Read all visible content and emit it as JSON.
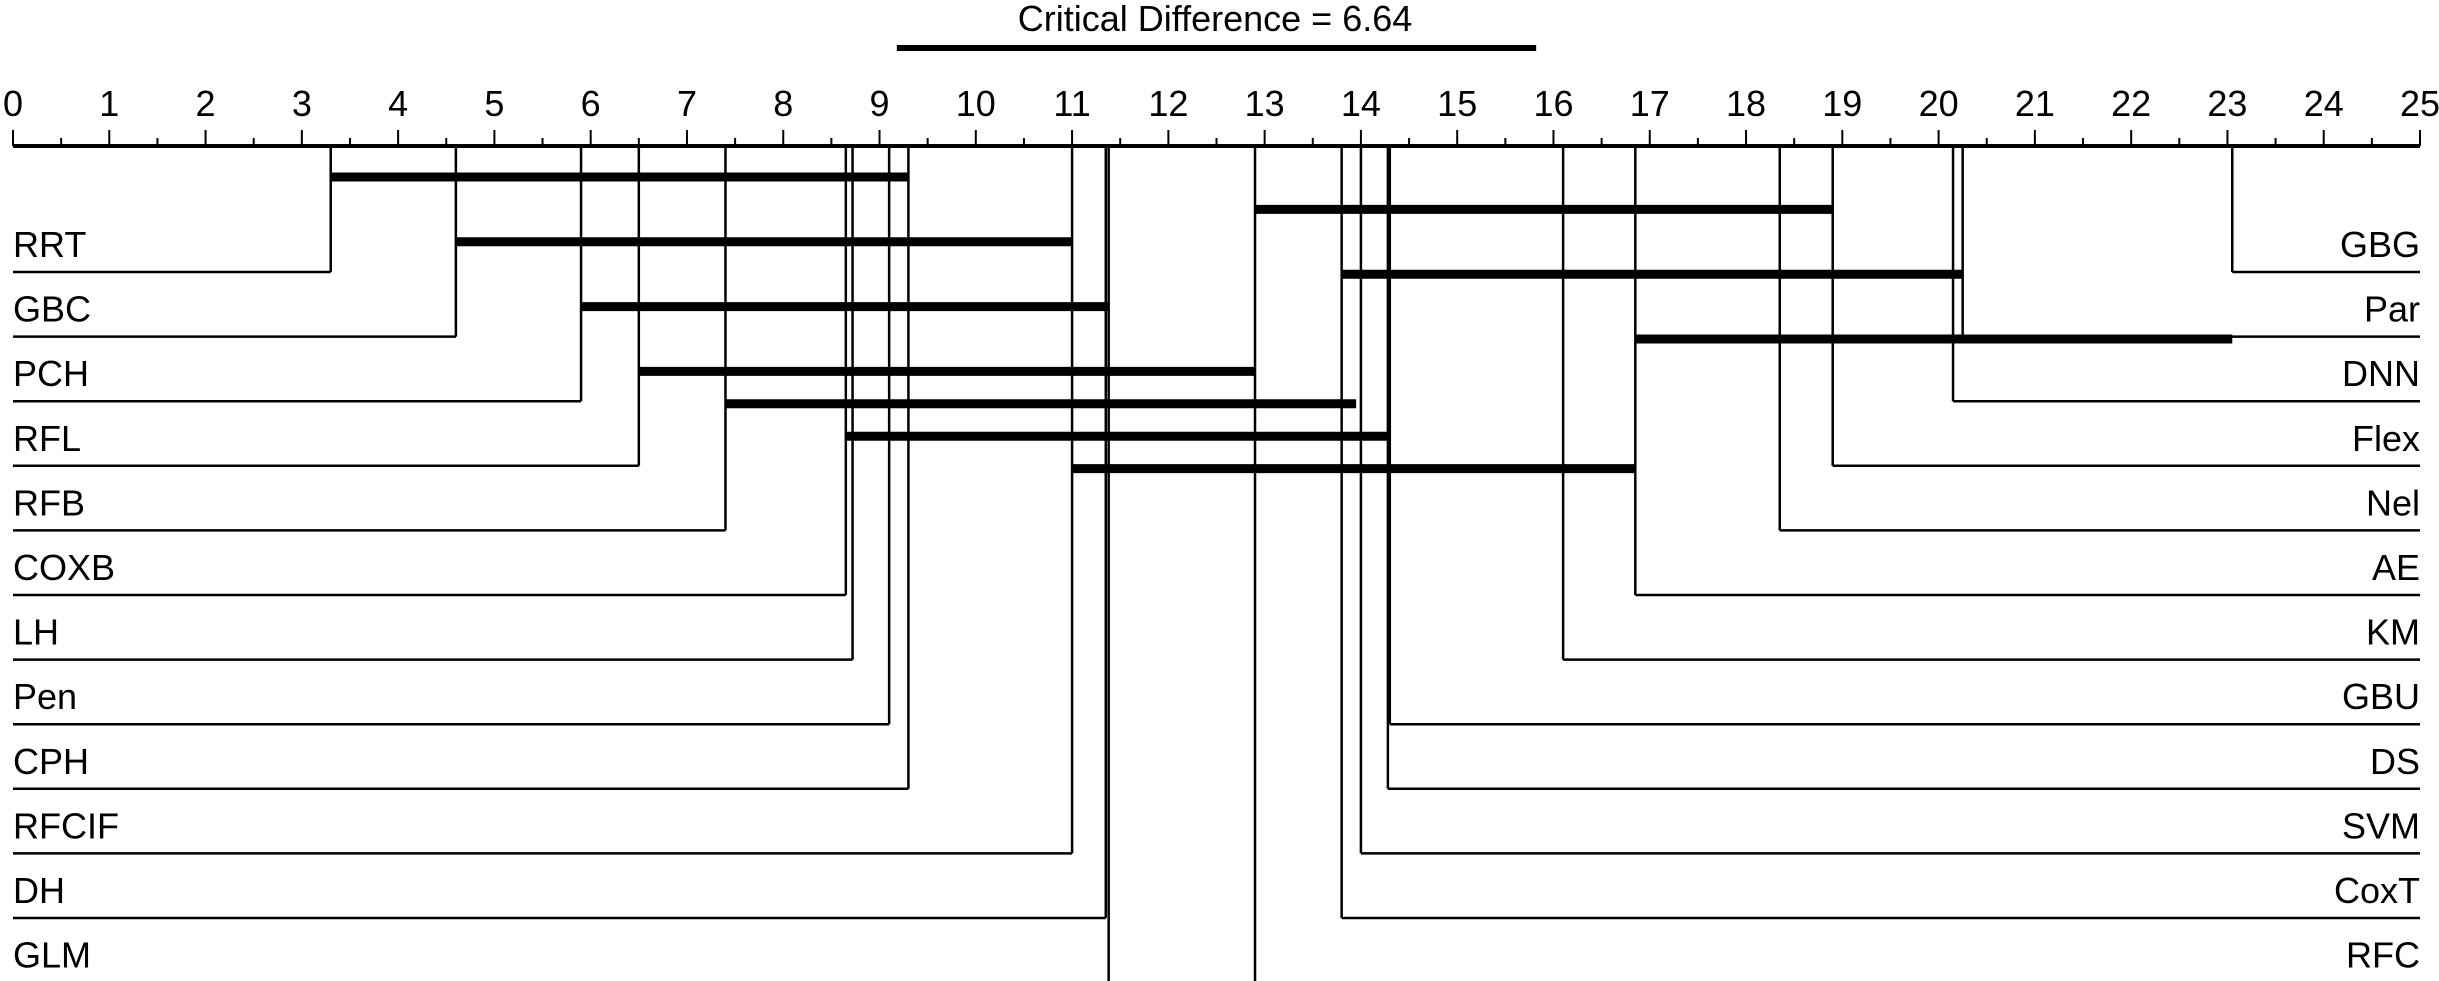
{
  "chart_data": {
    "type": "critical-difference-diagram",
    "title": "Critical Difference = 6.64",
    "critical_difference": 6.64,
    "axis": {
      "min": 0,
      "max": 25,
      "ticks": [
        "0",
        "1",
        "2",
        "3",
        "4",
        "5",
        "6",
        "7",
        "8",
        "9",
        "10",
        "11",
        "12",
        "13",
        "14",
        "15",
        "16",
        "17",
        "18",
        "19",
        "20",
        "21",
        "22",
        "23",
        "24",
        "25"
      ]
    },
    "left_methods": [
      {
        "name": "RRT",
        "rank": 3.3
      },
      {
        "name": "GBC",
        "rank": 4.6
      },
      {
        "name": "PCH",
        "rank": 5.9
      },
      {
        "name": "RFL",
        "rank": 6.5
      },
      {
        "name": "RFB",
        "rank": 7.4
      },
      {
        "name": "COXB",
        "rank": 8.65
      },
      {
        "name": "LH",
        "rank": 8.72
      },
      {
        "name": "Pen",
        "rank": 9.1
      },
      {
        "name": "CPH",
        "rank": 9.3
      },
      {
        "name": "RFCIF",
        "rank": 11.0
      },
      {
        "name": "DH",
        "rank": 11.35
      },
      {
        "name": "GLM",
        "rank": 11.38
      }
    ],
    "right_methods": [
      {
        "name": "GBG",
        "rank": 23.05
      },
      {
        "name": "Par",
        "rank": 20.25
      },
      {
        "name": "DNN",
        "rank": 20.15
      },
      {
        "name": "Flex",
        "rank": 18.9
      },
      {
        "name": "Nel",
        "rank": 18.35
      },
      {
        "name": "AE",
        "rank": 16.85
      },
      {
        "name": "KM",
        "rank": 16.1
      },
      {
        "name": "GBU",
        "rank": 14.3
      },
      {
        "name": "DS",
        "rank": 14.28
      },
      {
        "name": "SVM",
        "rank": 14.0
      },
      {
        "name": "CoxT",
        "rank": 13.8
      },
      {
        "name": "RFC",
        "rank": 12.9
      }
    ],
    "cliques": [
      {
        "from": 3.3,
        "to": 9.3
      },
      {
        "from": 12.9,
        "to": 18.9
      },
      {
        "from": 4.6,
        "to": 11.0
      },
      {
        "from": 13.8,
        "to": 20.25
      },
      {
        "from": 5.9,
        "to": 11.38
      },
      {
        "from": 16.85,
        "to": 23.05
      },
      {
        "from": 6.5,
        "to": 12.9
      },
      {
        "from": 7.4,
        "to": 13.95
      },
      {
        "from": 8.65,
        "to": 14.3
      },
      {
        "from": 11.0,
        "to": 16.85
      }
    ]
  }
}
